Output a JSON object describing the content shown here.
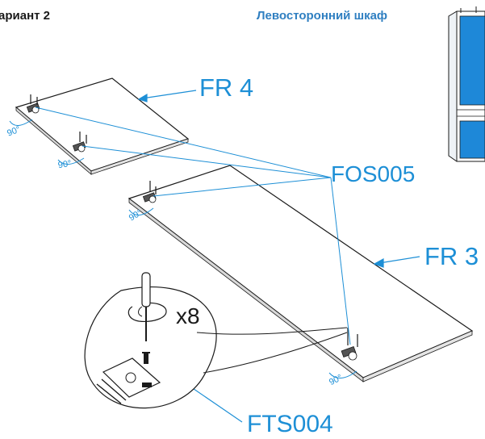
{
  "header": {
    "variant": "ариант 2",
    "cabinet_title": "Левосторонний шкаф"
  },
  "labels": {
    "fr4": "FR 4",
    "fos": "FOS005",
    "fr3": "FR 3",
    "fts": "FTS004",
    "count": "x8",
    "angle": "90°"
  },
  "colors": {
    "accent": "#1d8fd6",
    "cabinet_fill": "#1e88d8",
    "outline": "#1a1a1a"
  },
  "icons": [
    "screwdriver-icon",
    "screw-icon",
    "hinge-icon",
    "cabinet-icon"
  ]
}
